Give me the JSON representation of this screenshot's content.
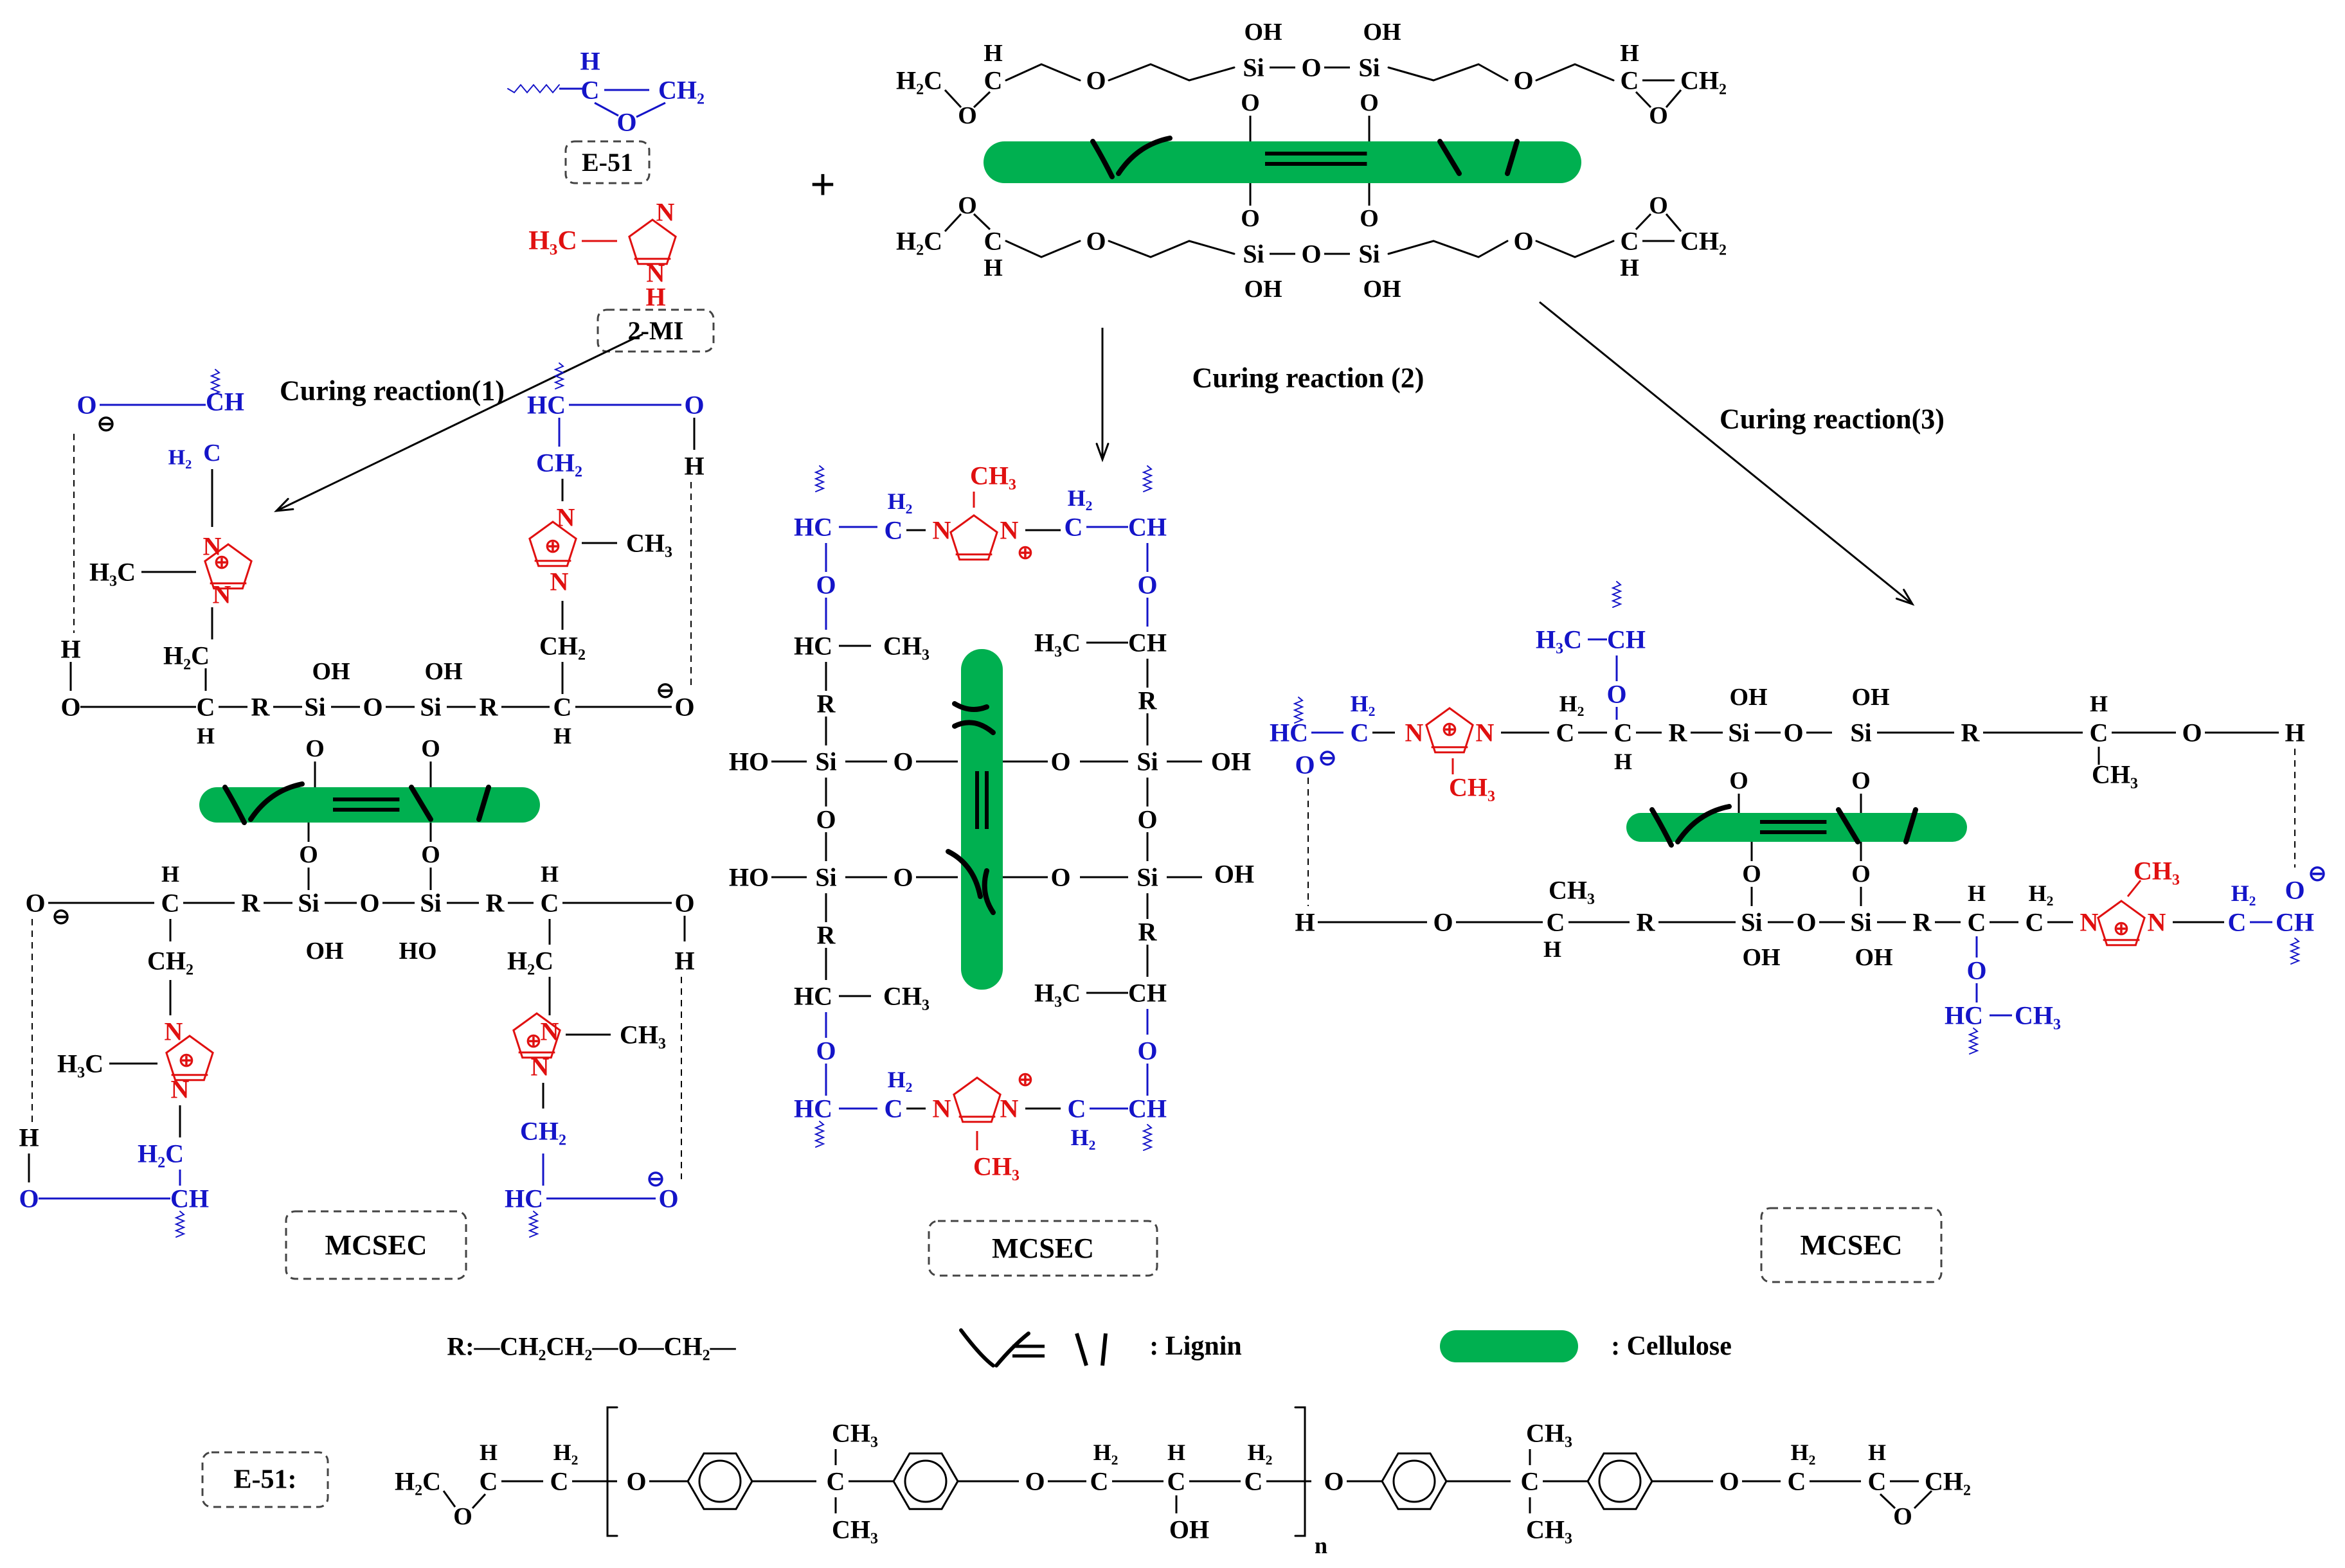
{
  "labels": {
    "e51": "E-51",
    "two_mi": "2-MI",
    "plus": "+",
    "curing_1": "Curing reaction(1)",
    "curing_2": "Curing reaction (2)",
    "curing_3": "Curing reaction(3)",
    "mcsec": "MCSEC",
    "r_def": "R:—CH₂CH₂—O—CH₂—",
    "lignin": ": Lignin",
    "cellulose": ": Cellulose",
    "e51_def": "E-51:"
  },
  "text": {
    "h": "H",
    "ch2": "CH₂",
    "h2c": "H₂C",
    "h3c": "H₃C",
    "ch3": "CH₃",
    "n": "N",
    "o": "O",
    "oh": "OH",
    "ho": "HO",
    "si": "Si",
    "hc": "HC",
    "ch": "CH",
    "c": "C",
    "h2": "H₂",
    "r": "R",
    "plus_charge": "⊕",
    "minus_charge": "⊖",
    "n_sub": "n"
  },
  "colors": {
    "black": "#000000",
    "blue": "#1414c8",
    "red": "#e01010",
    "green": "#00b050"
  }
}
